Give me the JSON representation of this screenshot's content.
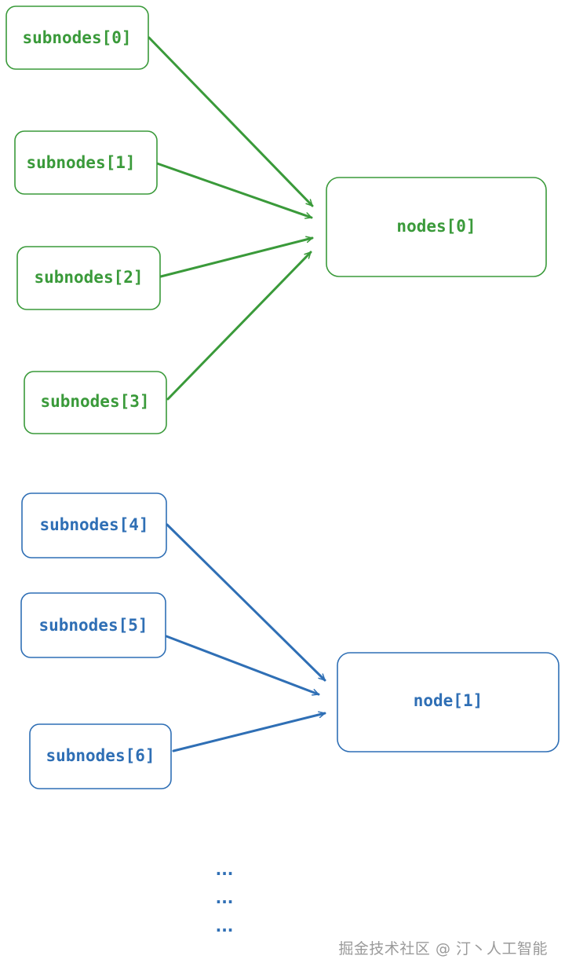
{
  "colors": {
    "group_1": "#3a9a3a",
    "group_2": "#2f6fb5",
    "background": "#ffffff",
    "watermark": "#9a9a9a"
  },
  "group_1": {
    "sources": [
      {
        "label": "subnodes[0]"
      },
      {
        "label": "subnodes[1]"
      },
      {
        "label": "subnodes[2]"
      },
      {
        "label": "subnodes[3]"
      }
    ],
    "target": {
      "label": "nodes[0]"
    }
  },
  "group_2": {
    "sources": [
      {
        "label": "subnodes[4]"
      },
      {
        "label": "subnodes[5]"
      },
      {
        "label": "subnodes[6]"
      }
    ],
    "target": {
      "label": "node[1]"
    }
  },
  "ellipsis": [
    "...",
    "...",
    "..."
  ],
  "watermark": "掘金技术社区 @ 汀丶人工智能"
}
